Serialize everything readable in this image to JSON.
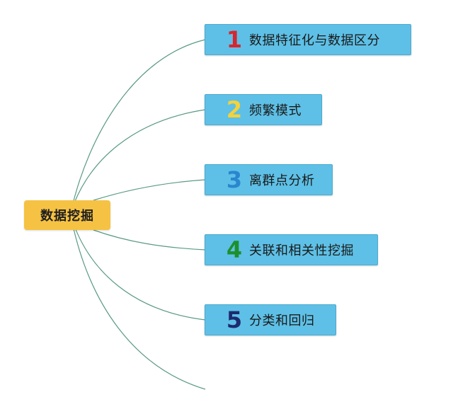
{
  "root": {
    "label": "数据挖掘",
    "color": "#f6c243"
  },
  "branches": [
    {
      "number": "1",
      "number_color": "#d7262f",
      "label": "数据特征化与数据区分"
    },
    {
      "number": "2",
      "number_color": "#f5d23a",
      "label": "频繁模式"
    },
    {
      "number": "3",
      "number_color": "#2a86cf",
      "label": "离群点分析"
    },
    {
      "number": "4",
      "number_color": "#1e8f2d",
      "label": "关联和相关性挖掘"
    },
    {
      "number": "5",
      "number_color": "#1d2a6e",
      "label": "分类和回归"
    }
  ],
  "colors": {
    "branch_fill": "#5ec0e6",
    "connector": "#5a9a86"
  }
}
